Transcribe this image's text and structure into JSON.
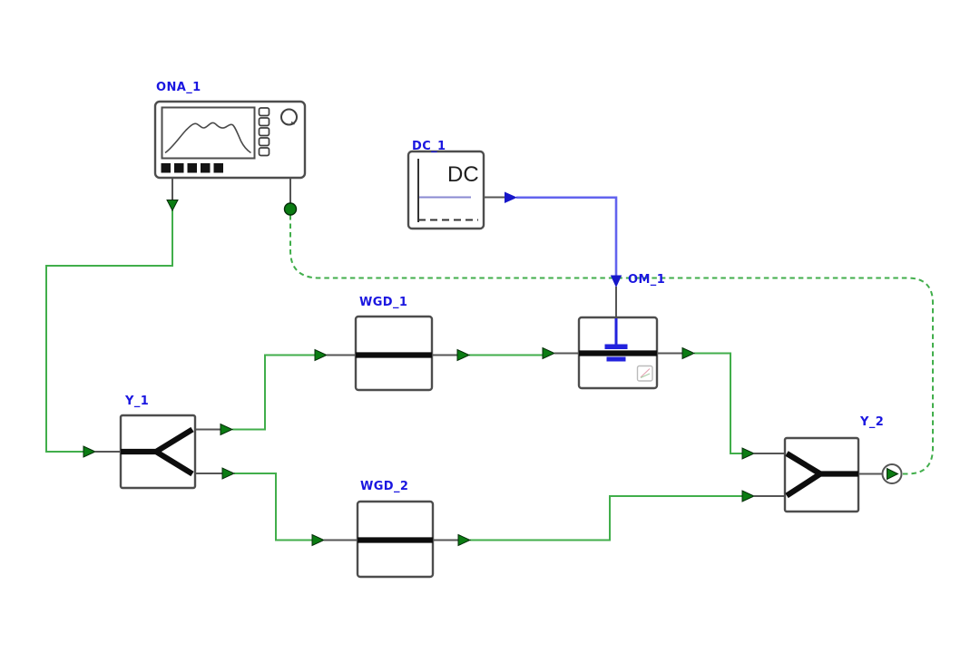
{
  "schematic": {
    "title": "optical-circuit-schematic",
    "components": {
      "ona1": {
        "label": "ONA_1",
        "kind": "optical-network-analyzer"
      },
      "dc1": {
        "label": "DC_1",
        "kind": "dc-bias-source",
        "body_text": "DC"
      },
      "om1": {
        "label": "OM_1",
        "kind": "optical-modulator"
      },
      "wgd1": {
        "label": "WGD_1",
        "kind": "waveguide"
      },
      "wgd2": {
        "label": "WGD_2",
        "kind": "waveguide"
      },
      "y1": {
        "label": "Y_1",
        "kind": "y-branch-splitter"
      },
      "y2": {
        "label": "Y_2",
        "kind": "y-branch-combiner"
      }
    },
    "connections": [
      {
        "from": "ONA_1.source",
        "to": "Y_1.in",
        "style": "solid",
        "color": "green"
      },
      {
        "from": "Y_1.out1",
        "to": "WGD_1.in",
        "style": "solid",
        "color": "green"
      },
      {
        "from": "WGD_1.out",
        "to": "OM_1.in",
        "style": "solid",
        "color": "green"
      },
      {
        "from": "OM_1.out",
        "to": "Y_2.in1",
        "style": "solid",
        "color": "green"
      },
      {
        "from": "Y_1.out2",
        "to": "WGD_2.in",
        "style": "solid",
        "color": "green"
      },
      {
        "from": "WGD_2.out",
        "to": "Y_2.in2",
        "style": "solid",
        "color": "green"
      },
      {
        "from": "Y_2.out",
        "to": "ONA_1.meas",
        "style": "dashed",
        "color": "green"
      },
      {
        "from": "DC_1.out",
        "to": "OM_1.mod",
        "style": "solid",
        "color": "blue"
      }
    ]
  },
  "colors": {
    "background": "#ffffff",
    "label_blue": "#1a16e0",
    "wire_green": "#41ae4b",
    "port_green": "#0b7c13",
    "wire_blue": "#6263ee",
    "arrow_blue": "#1717c9",
    "electrode_blue": "#2222dd",
    "component_border": "#4d4d4d",
    "waveguide_black": "#0d0d0d",
    "stub_gray": "#555555",
    "dc_text": "#1f1f1f"
  }
}
